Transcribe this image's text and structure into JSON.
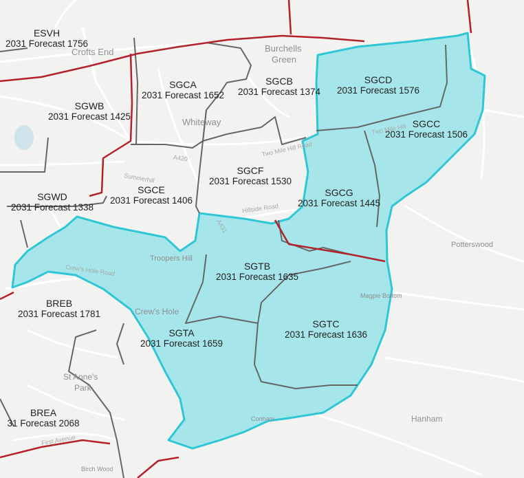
{
  "map": {
    "colors": {
      "background": "#f2f2f0",
      "highlight_fill": "#a6e6ea",
      "highlight_outline": "#2fc6d6",
      "major_boundary": "#b3222a",
      "ward_boundary": "#555555",
      "street": "#ffffff"
    },
    "zones": [
      {
        "code": "ESVH",
        "forecast": "2031 Forecast 1756",
        "highlighted": false
      },
      {
        "code": "SGCA",
        "forecast": "2031 Forecast 1652",
        "highlighted": false
      },
      {
        "code": "SGCB",
        "forecast": "2031 Forecast 1374",
        "highlighted": false
      },
      {
        "code": "SGCD",
        "forecast": "2031 Forecast 1576",
        "highlighted": true
      },
      {
        "code": "SGWB",
        "forecast": "2031 Forecast 1425",
        "highlighted": false
      },
      {
        "code": "SGCC",
        "forecast": "2031 Forecast 1506",
        "highlighted": true
      },
      {
        "code": "SGCF",
        "forecast": "2031 Forecast 1530",
        "highlighted": false
      },
      {
        "code": "SGWD",
        "forecast": "2031 Forecast 1338",
        "highlighted": false
      },
      {
        "code": "SGCE",
        "forecast": "2031 Forecast 1406",
        "highlighted": false
      },
      {
        "code": "SGCG",
        "forecast": "2031 Forecast 1445",
        "highlighted": true
      },
      {
        "code": "SGTB",
        "forecast": "2031 Forecast 1635",
        "highlighted": true
      },
      {
        "code": "BREB",
        "forecast": "2031 Forecast 1781",
        "highlighted": false
      },
      {
        "code": "SGTA",
        "forecast": "2031 Forecast 1659",
        "highlighted": true
      },
      {
        "code": "SGTC",
        "forecast": "2031 Forecast 1636",
        "highlighted": true
      },
      {
        "code": "BREA",
        "forecast": "31 Forecast 2068",
        "highlighted": false
      }
    ],
    "places": [
      {
        "name": "Crofts End"
      },
      {
        "name": "Burchells"
      },
      {
        "name": "Green"
      },
      {
        "name": "Whiteway"
      },
      {
        "name": "Troopers Hill"
      },
      {
        "name": "Crew's Hole"
      },
      {
        "name": "Magpie Bottom"
      },
      {
        "name": "Potterswood"
      },
      {
        "name": "St Anne's"
      },
      {
        "name": "Park"
      },
      {
        "name": "Hanham"
      },
      {
        "name": "Conham"
      },
      {
        "name": "Birch Wood"
      }
    ],
    "streets": [
      {
        "name": "Two Mile Hill Road"
      },
      {
        "name": "Two Mile Hill"
      },
      {
        "name": "Hillside Road"
      },
      {
        "name": "Crew's Hole Road"
      },
      {
        "name": "Summerhill"
      },
      {
        "name": "A420"
      },
      {
        "name": "A431"
      },
      {
        "name": "First Avenue"
      }
    ]
  }
}
